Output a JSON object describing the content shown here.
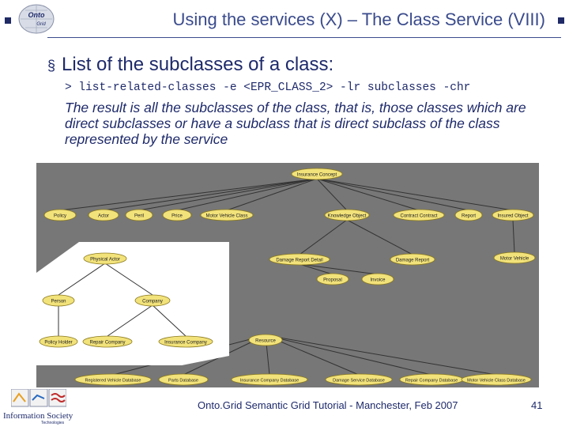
{
  "header": {
    "title": "Using the services (X) – The Class Service (VIII)"
  },
  "bullet": {
    "mark": "§",
    "text": "List of the subclasses of a class:"
  },
  "command": "> list-related-classes -e <EPR_CLASS_2> -lr subclasses -chr",
  "description": "The result is all the subclasses of the class, that is, those classes which are direct subclasses or have a subclass that is direct subclass of the class represented by the service",
  "diagram": {
    "root": "Insurance Concept",
    "row1": [
      "Policy",
      "Actor",
      "Peril",
      "Price",
      "Motor Vehicle Class",
      "Knowledge Object",
      "Contract Contract",
      "Report",
      "Insured Object"
    ],
    "row2": [
      "Damage Report Detail",
      "Damage Report",
      "Motor Vehicle"
    ],
    "row3": [
      "Proposal",
      "Invoice"
    ],
    "resource": "Resource",
    "bottom": [
      "Registered Vehicle Database",
      "Parts Database",
      "Insurance Company Database",
      "Damage Service Database",
      "Repair Company Database",
      "Motor Vehicle Class Database"
    ],
    "popup": {
      "top": "Physical Actor",
      "mid": [
        "Person",
        "Company"
      ],
      "bottom": [
        "Policy Holder",
        "Repair Company",
        "Insurance Company"
      ]
    }
  },
  "footer": {
    "text": "Onto.Grid Semantic Grid Tutorial - Manchester, Feb 2007",
    "page": "41"
  },
  "logos": {
    "top_logo_text": "Onto Grid",
    "bottom_logo_text": "Information Society",
    "bottom_logo_sub": "Technologies"
  },
  "colors": {
    "title": "#3a4b8c",
    "text": "#1e2a6b",
    "node_fill": "#f2e27a",
    "node_stroke": "#8a7a20",
    "diagram_bg": "#777777",
    "edge": "#333333"
  }
}
